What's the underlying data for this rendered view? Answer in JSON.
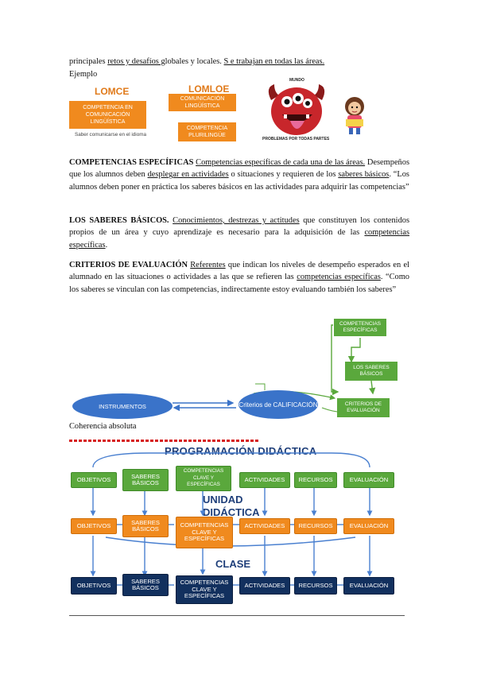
{
  "intro": {
    "w1": "principales",
    "w2": "retos y desafíos g",
    "w3": "lobales y locales.",
    "w4": "S e trabajan en todas las áreas.",
    "ejemplo": "Ejemplo"
  },
  "example": {
    "lomce": {
      "title": "LOMCE",
      "box": "COMPETENCIA EN COMUNICACIÓN LINGÜÍSTICA",
      "caption": "Saber comunicarse en el idioma"
    },
    "lomloe": {
      "title": "LOMLOE",
      "box1": "COMUNICACIÓN LINGÜÍSTICA",
      "box2": "COMPETENCIA PLURILINGÜE"
    },
    "monster": {
      "top": "MUNDO",
      "bottom": "PROBLEMAS POR TODAS PARTES"
    }
  },
  "para1": {
    "term": "COMPETENCIAS ESPECÍFICAS",
    "def": "Competencias específicas de cada una de las áreas.",
    "t1": "Desempeños que los alumnos deben",
    "t2": "desplegar en actividades",
    "t3": "o situaciones y requieren de los",
    "t4": "saberes básicos",
    "t5": ". “Los alumnos deben poner en práctica los saberes básicos en las actividades para adquirir las competencias”"
  },
  "para2": {
    "term": "LOS SABERES BÁSICOS.",
    "def": "Conocimientos, destrezas y actitudes",
    "t1": "que constituyen los contenidos propios de un área y cuyo aprendizaje es necesario para la adquisición de las",
    "t2": "competencias específicas",
    "t3": "."
  },
  "para3": {
    "term": "CRITERIOS DE EVALUACIÓN",
    "def": "Referentes",
    "t1": "que indican los niveles de desempeño esperados en el alumnado en las situaciones o actividades a las que se refieren las",
    "t2": "competencias específicas",
    "t3": ". “Como los saberes se vinculan con las competencias, indirectamente estoy evaluando también los saberes”"
  },
  "diagram1": {
    "comp": "COMPETENCIAS ESPECÍFICAS",
    "saberes": "LOS SABERES BÁSICOS",
    "criterios": "CRITERIOS DE EVALUACIÓN",
    "instrumentos": "INSTRUMENTOS",
    "criterios_calif": "Criterios de CALIFICACIÓN",
    "caption": "Coherencia absoluta"
  },
  "diagram2": {
    "title": "PROGRAMACIÓN DIDÁCTICA",
    "unidad": "UNIDAD DIDÁCTICA",
    "clase": "CLASE",
    "row_green": [
      "OBJETIVOS",
      "SABERES BÁSICOS",
      "COMPETENCIAS CLAVE Y ESPECÍFICAS",
      "ACTIVIDADES",
      "RECURSOS",
      "EVALUACIÓN"
    ],
    "row_orange": [
      "OBJETIVOS",
      "SABERES BÁSICOS",
      "COMPETENCIAS CLAVE Y ESPECÍFICAS",
      "ACTIVIDADES",
      "RECURSOS",
      "EVALUACIÓN"
    ],
    "row_navy": [
      "OBJETIVOS",
      "SABERES BÁSICOS",
      "COMPETENCIAS CLAVE Y ESPECÍFICAS",
      "ACTIVIDADES",
      "RECURSOS",
      "EVALUACIÓN"
    ]
  },
  "colors": {
    "green": "#5aa83c",
    "orange": "#f08a1e",
    "navy": "#12305e",
    "blue": "#3a73c9",
    "title": "#1f3f7a"
  }
}
